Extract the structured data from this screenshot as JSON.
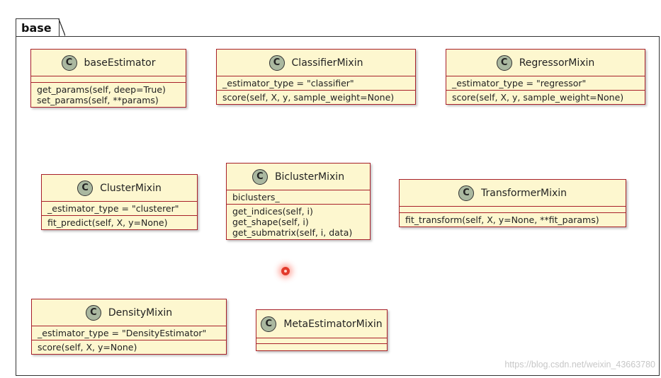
{
  "package": {
    "name": "base"
  },
  "classes": {
    "baseEstimator": {
      "badge": "C",
      "name": "baseEstimator",
      "fields": [],
      "methods": [
        "get_params(self, deep=True)",
        "set_params(self, **params)"
      ]
    },
    "classifierMixin": {
      "badge": "C",
      "name": "ClassifierMixin",
      "fields": [
        "_estimator_type = \"classifier\""
      ],
      "methods": [
        "score(self, X, y, sample_weight=None)"
      ]
    },
    "regressorMixin": {
      "badge": "C",
      "name": "RegressorMixin",
      "fields": [
        "_estimator_type = \"regressor\""
      ],
      "methods": [
        "score(self, X, y, sample_weight=None)"
      ]
    },
    "clusterMixin": {
      "badge": "C",
      "name": "ClusterMixin",
      "fields": [
        "_estimator_type = \"clusterer\""
      ],
      "methods": [
        "fit_predict(self, X, y=None)"
      ]
    },
    "biclusterMixin": {
      "badge": "C",
      "name": "BiclusterMixin",
      "fields": [
        "biclusters_"
      ],
      "methods": [
        "get_indices(self, i)",
        "get_shape(self, i)",
        "get_submatrix(self, i, data)"
      ]
    },
    "transformerMixin": {
      "badge": "C",
      "name": "TransformerMixin",
      "fields": [],
      "methods": [
        "fit_transform(self, X, y=None, **fit_params)"
      ]
    },
    "densityMixin": {
      "badge": "C",
      "name": "DensityMixin",
      "fields": [
        "_estimator_type = \"DensityEstimator\""
      ],
      "methods": [
        "score(self, X, y=None)"
      ]
    },
    "metaEstimatorMixin": {
      "badge": "C",
      "name": "MetaEstimatorMixin",
      "fields": [],
      "methods": []
    }
  },
  "watermark": "https://blog.csdn.net/weixin_43663780",
  "colors": {
    "class_fill": "#fdf7cf",
    "class_border": "#a8202a",
    "badge_fill": "#aab8a0",
    "pointer": "#e23a2c"
  }
}
